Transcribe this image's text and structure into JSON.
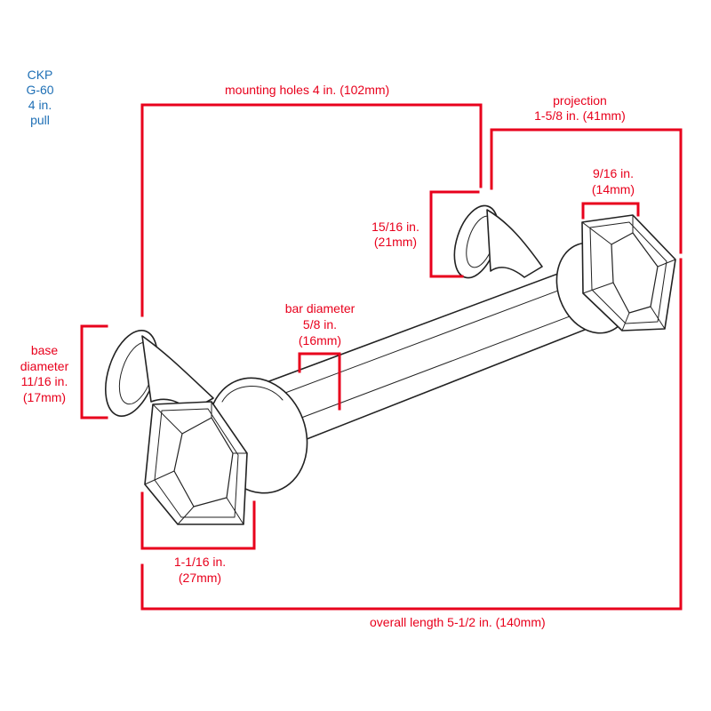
{
  "product": {
    "brand": "CKP",
    "model": "G-60",
    "size": "4 in.",
    "type": "pull"
  },
  "dimensions": {
    "mounting_holes": "mounting holes 4 in. (102mm)",
    "projection_title": "projection",
    "projection_value": "1-5/8 in. (41mm)",
    "end_width_in": "9/16 in.",
    "end_width_mm": "(14mm)",
    "height_in": "15/16 in.",
    "height_mm": "(21mm)",
    "bar_title": "bar diameter",
    "bar_in": "5/8 in.",
    "bar_mm": "(16mm)",
    "base_title_1": "base",
    "base_title_2": "diameter",
    "base_in": "11/16 in.",
    "base_mm": "(17mm)",
    "end_length_in": "1-1/16 in.",
    "end_length_mm": "(27mm)",
    "overall_length": "overall length 5-1/2 in. (140mm)"
  },
  "colors": {
    "dimension_lines": "#e8001c",
    "product_label": "#1e6fb5",
    "drawing": "#222222"
  }
}
